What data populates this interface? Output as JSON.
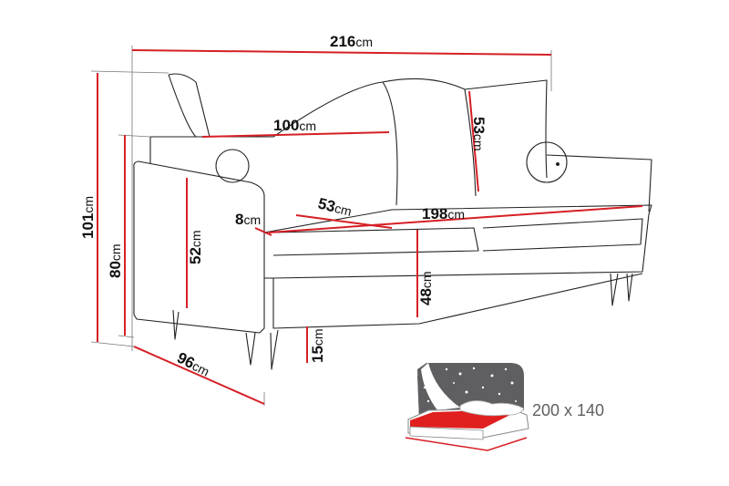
{
  "dimensions": [
    {
      "id": "total-width",
      "value": "216",
      "unit": "cm"
    },
    {
      "id": "seat-back-width",
      "value": "100",
      "unit": "cm"
    },
    {
      "id": "backrest-height",
      "value": "53",
      "unit": "cm"
    },
    {
      "id": "total-height",
      "value": "101",
      "unit": "cm"
    },
    {
      "id": "armrest-height",
      "value": "80",
      "unit": "cm"
    },
    {
      "id": "armrest-depth-height",
      "value": "52",
      "unit": "cm"
    },
    {
      "id": "armrest-width",
      "value": "8",
      "unit": "cm"
    },
    {
      "id": "seat-depth",
      "value": "53",
      "unit": "cm"
    },
    {
      "id": "seat-width",
      "value": "198",
      "unit": "cm"
    },
    {
      "id": "seat-height",
      "value": "48",
      "unit": "cm"
    },
    {
      "id": "leg-height",
      "value": "15",
      "unit": "cm"
    },
    {
      "id": "total-depth",
      "value": "96",
      "unit": "cm"
    }
  ],
  "sleeping_area": "200 x 140",
  "colors": {
    "dimension_line": "#d61f26",
    "icon_gray": "#5f5f61",
    "mattress_red": "#e0201f"
  }
}
